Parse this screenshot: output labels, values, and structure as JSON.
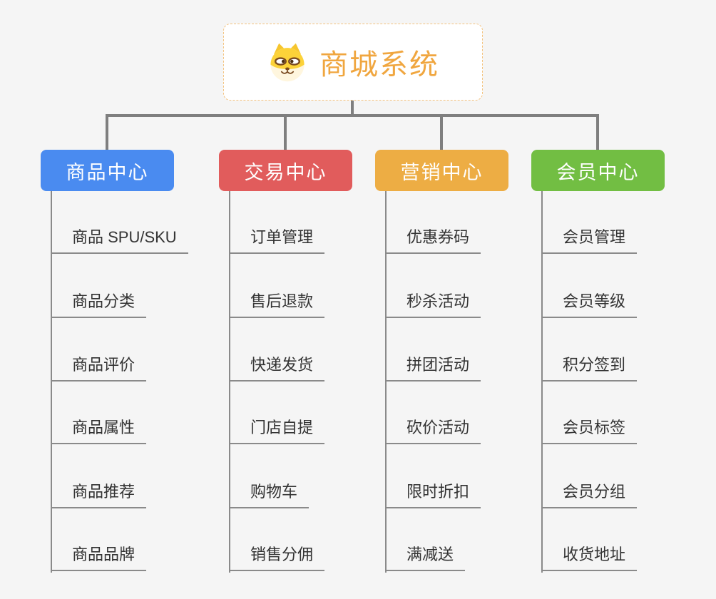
{
  "root": {
    "title": "商城系统",
    "icon": "shiba-dog-icon",
    "text_color": "#F0A63F",
    "border_color": "#F3C27E"
  },
  "connector_color": "#7F7F7F",
  "background_color": "#F5F5F5",
  "leaf_text_color": "#333333",
  "branches": [
    {
      "label": "商品中心",
      "color": "#4A8BF0",
      "items": [
        "商品 SPU/SKU",
        "商品分类",
        "商品评价",
        "商品属性",
        "商品推荐",
        "商品品牌"
      ]
    },
    {
      "label": "交易中心",
      "color": "#E15C5C",
      "items": [
        "订单管理",
        "售后退款",
        "快递发货",
        "门店自提",
        "购物车",
        "销售分佣"
      ]
    },
    {
      "label": "营销中心",
      "color": "#EDAD44",
      "items": [
        "优惠券码",
        "秒杀活动",
        "拼团活动",
        "砍价活动",
        "限时折扣",
        "满减送"
      ]
    },
    {
      "label": "会员中心",
      "color": "#72BE43",
      "items": [
        "会员管理",
        "会员等级",
        "积分签到",
        "会员标签",
        "会员分组",
        "收货地址"
      ]
    }
  ]
}
